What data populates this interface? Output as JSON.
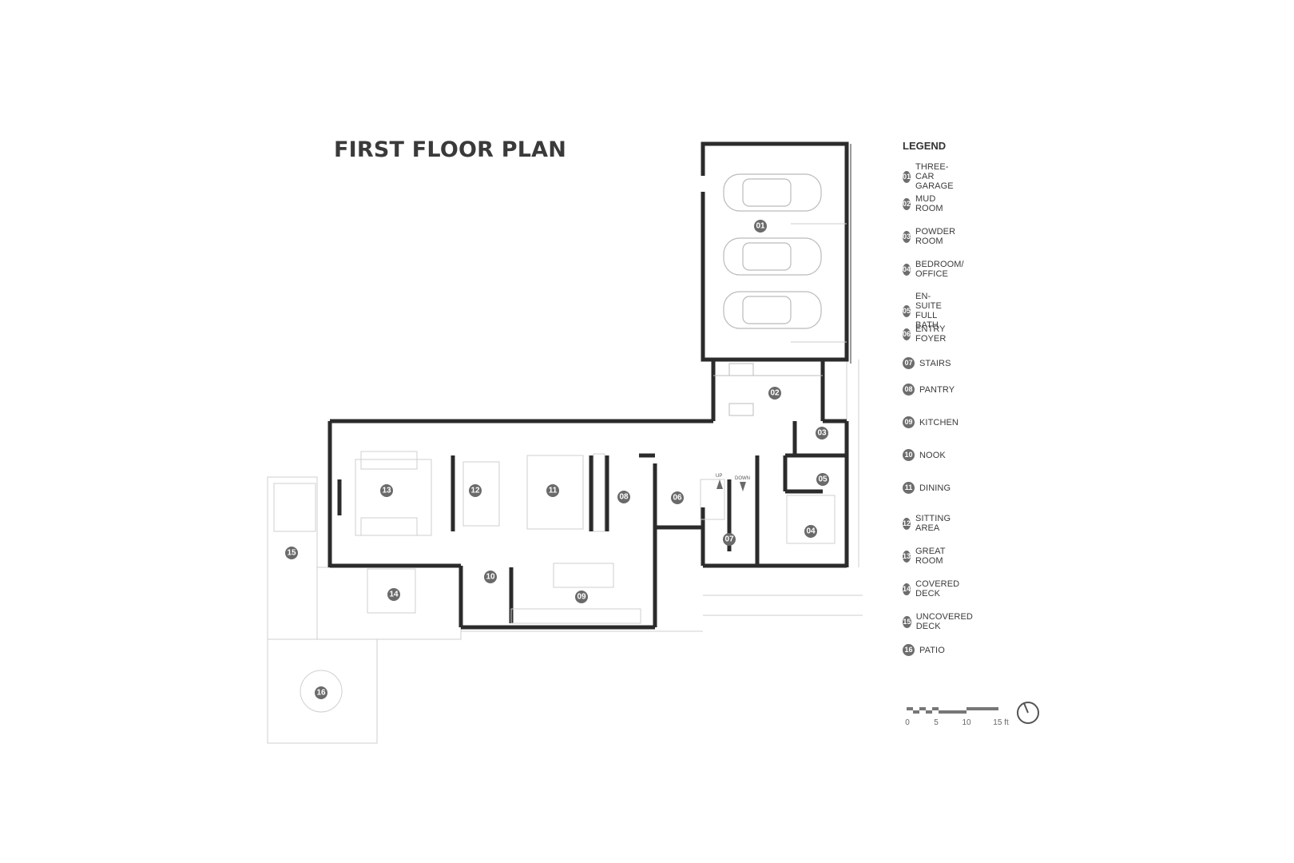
{
  "title": "FIRST FLOOR PLAN",
  "legend": {
    "title": "LEGEND",
    "items": [
      {
        "num": "01",
        "label": "THREE-CAR GARAGE"
      },
      {
        "num": "02",
        "label": "MUD ROOM"
      },
      {
        "num": "03",
        "label": "POWDER ROOM"
      },
      {
        "num": "04",
        "label": "BEDROOM/ OFFICE"
      },
      {
        "num": "05",
        "label": "EN-SUITE FULL BATH"
      },
      {
        "num": "06",
        "label": "ENTRY FOYER"
      },
      {
        "num": "07",
        "label": "STAIRS"
      },
      {
        "num": "08",
        "label": "PANTRY"
      },
      {
        "num": "09",
        "label": "KITCHEN"
      },
      {
        "num": "10",
        "label": "NOOK"
      },
      {
        "num": "11",
        "label": "DINING"
      },
      {
        "num": "12",
        "label": "SITTING AREA"
      },
      {
        "num": "13",
        "label": "GREAT ROOM"
      },
      {
        "num": "14",
        "label": "COVERED DECK"
      },
      {
        "num": "15",
        "label": "UNCOVERED DECK"
      },
      {
        "num": "16",
        "label": "PATIO"
      }
    ]
  },
  "stairs": {
    "up": "UP",
    "down": "DOWN"
  },
  "scale": {
    "ticks": [
      "0",
      "5",
      "10",
      "15 ft"
    ]
  },
  "colors": {
    "wall": "#2b2b2b",
    "badge": "#6a6a6a",
    "light_line": "#c8c8c8"
  }
}
